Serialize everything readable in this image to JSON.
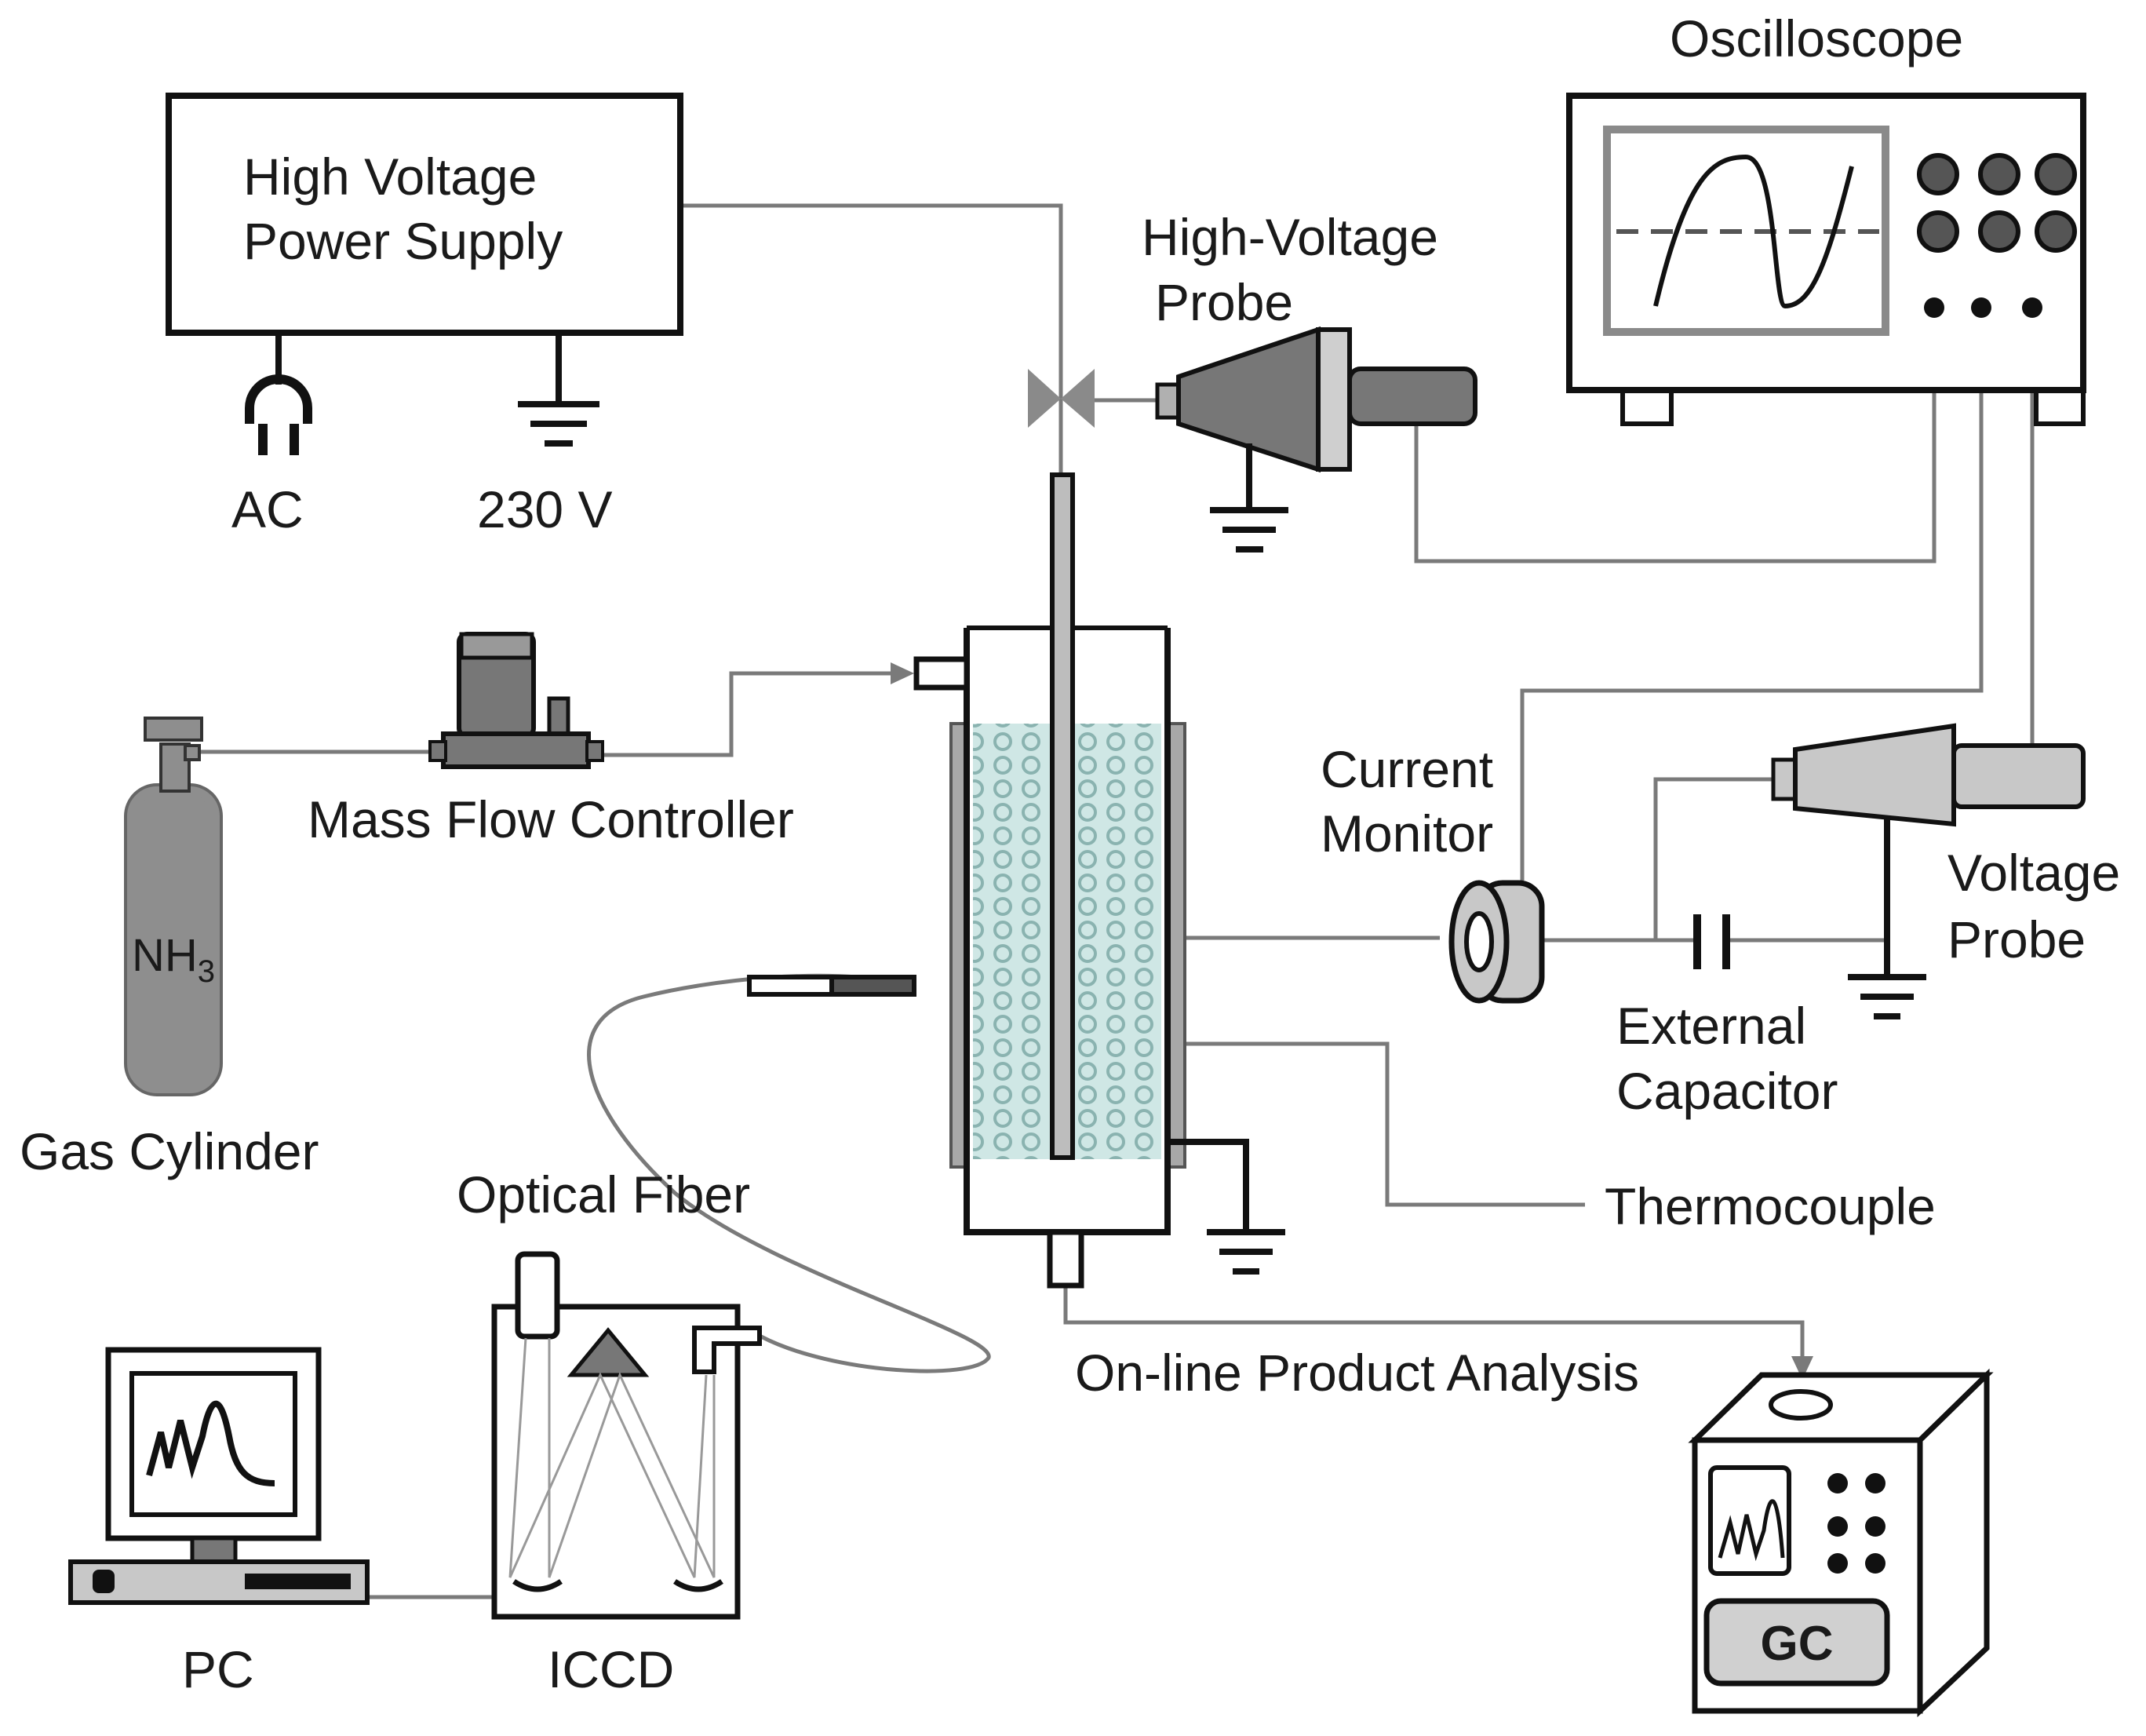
{
  "labels": {
    "hv_supply_line1": "High Voltage",
    "hv_supply_line2": "Power Supply",
    "ac": "AC",
    "v230": "230 V",
    "oscilloscope": "Oscilloscope",
    "hv_probe_line1": "High-Voltage",
    "hv_probe_line2": "Probe",
    "mfc": "Mass Flow Controller",
    "nh3": "NH",
    "nh3_sub": "3",
    "gas_cylinder": "Gas Cylinder",
    "current_monitor_line1": "Current",
    "current_monitor_line2": "Monitor",
    "voltage_probe_line1": "Voltage",
    "voltage_probe_line2": "Probe",
    "ext_cap_line1": "External",
    "ext_cap_line2": "Capacitor",
    "thermocouple": "Thermocouple",
    "optical_fiber": "Optical Fiber",
    "online_analysis": "On-line Product Analysis",
    "pc": "PC",
    "iccd": "ICCD",
    "gc": "GC"
  },
  "colors": {
    "wire": "#7a7a7a",
    "outline": "#111111",
    "device_gray": "#8a8a8a",
    "light_gray": "#c8c8c8",
    "packing": "#cfe7e5"
  }
}
